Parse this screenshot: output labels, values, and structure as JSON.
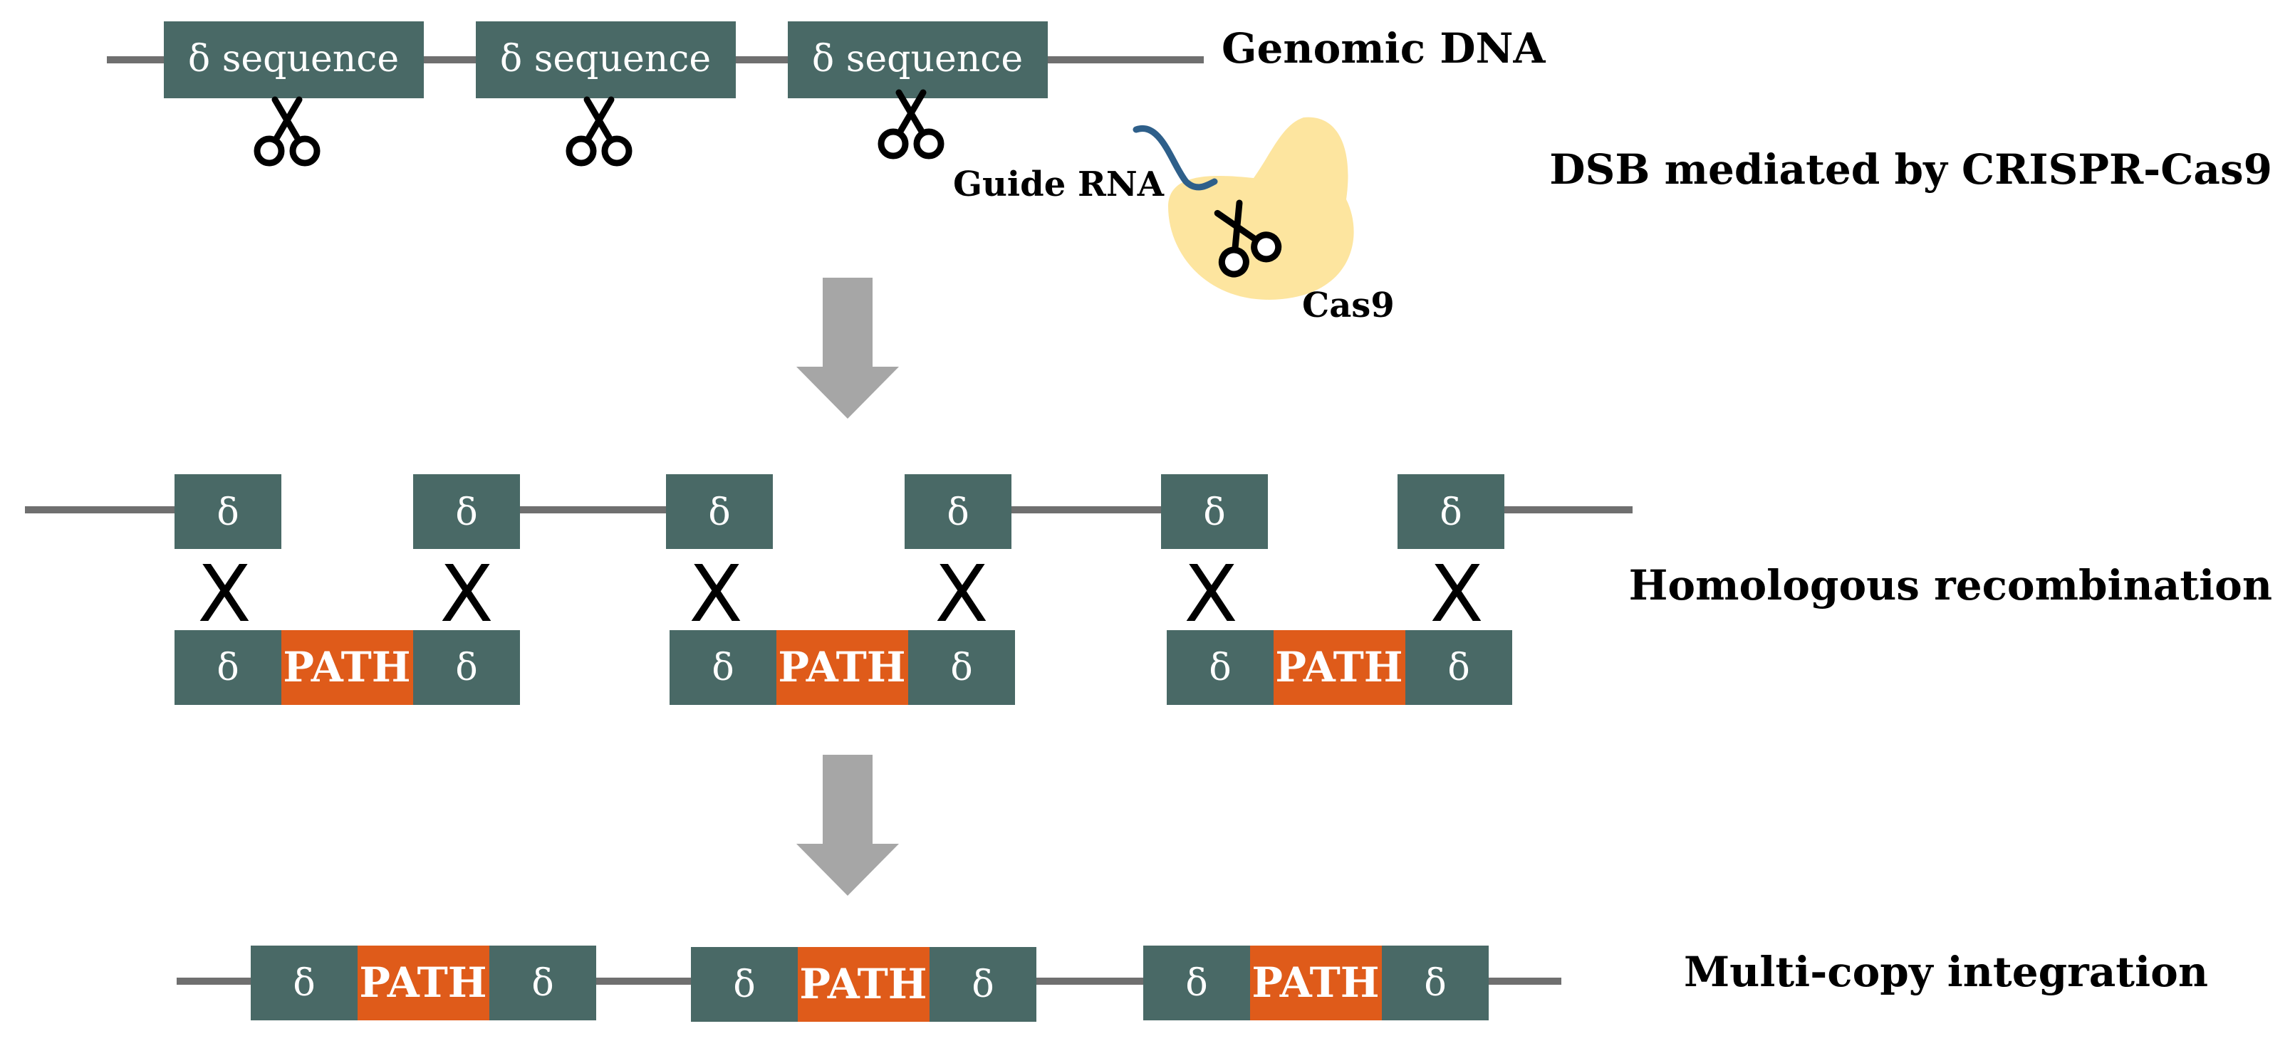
{
  "colors": {
    "delta_box": "#496966",
    "path_box": "#df5b1a",
    "dna_line": "#6f6f6f",
    "cas9": "#fde59f",
    "guide_rna": "#2e5f8a",
    "arrow": "#a6a6a6"
  },
  "stage1": {
    "delta_label": "δ sequence",
    "genomic_label": "Genomic DNA",
    "guide_rna_label": "Guide RNA",
    "cas9_label": "Cas9",
    "step_label": "DSB mediated by CRISPR-Cas9"
  },
  "stage2": {
    "delta_symbol": "δ",
    "crossover_symbol": "X",
    "path_label": "PATH",
    "step_label": "Homologous recombination"
  },
  "stage3": {
    "delta_symbol": "δ",
    "path_label": "PATH",
    "step_label": "Multi-copy integration"
  }
}
